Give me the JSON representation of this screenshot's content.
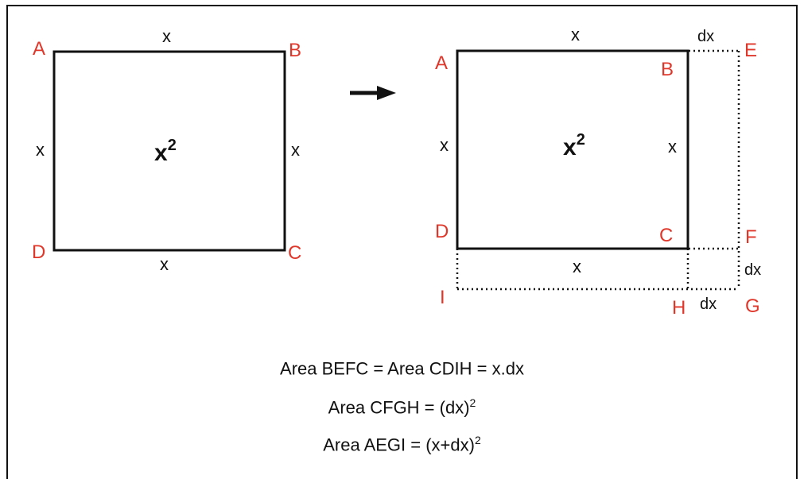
{
  "left_square": {
    "vertices": {
      "A": "A",
      "B": "B",
      "C": "C",
      "D": "D"
    },
    "sides": {
      "top": "x",
      "left": "x",
      "right": "x",
      "bottom": "x"
    },
    "area_base": "x",
    "area_exp": "2"
  },
  "arrow": "right-arrow",
  "right_square": {
    "vertices": {
      "A": "A",
      "B": "B",
      "C": "C",
      "D": "D",
      "E": "E",
      "F": "F",
      "G": "G",
      "H": "H",
      "I": "I"
    },
    "sides": {
      "top": "x",
      "left": "x",
      "right": "x",
      "bottom": "x"
    },
    "increments": {
      "top_dx": "dx",
      "right_dx": "dx",
      "bottom_dx": "dx"
    },
    "area_base": "x",
    "area_exp": "2"
  },
  "equations": [
    {
      "text": "Area BEFC = Area CDIH = x.dx",
      "sup": ""
    },
    {
      "text": "Area CFGH = (dx)",
      "sup": "2"
    },
    {
      "text": "Area AEGI = (x+dx)",
      "sup": "2"
    }
  ],
  "colors": {
    "vertex": "#e0372b",
    "line": "#111111"
  }
}
